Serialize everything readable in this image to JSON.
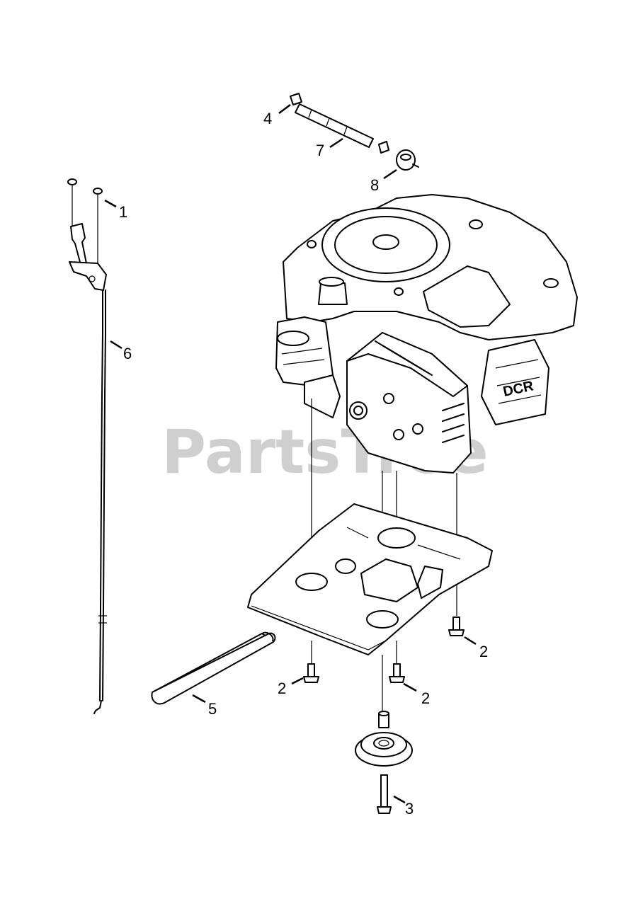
{
  "watermark": "PartsTree",
  "callouts": [
    {
      "id": "c1",
      "label": "1"
    },
    {
      "id": "c2a",
      "label": "2"
    },
    {
      "id": "c2b",
      "label": "2"
    },
    {
      "id": "c2c",
      "label": "2"
    },
    {
      "id": "c3",
      "label": "3"
    },
    {
      "id": "c4",
      "label": "4"
    },
    {
      "id": "c5",
      "label": "5"
    },
    {
      "id": "c6",
      "label": "6"
    },
    {
      "id": "c7",
      "label": "7"
    },
    {
      "id": "c8",
      "label": "8"
    }
  ]
}
